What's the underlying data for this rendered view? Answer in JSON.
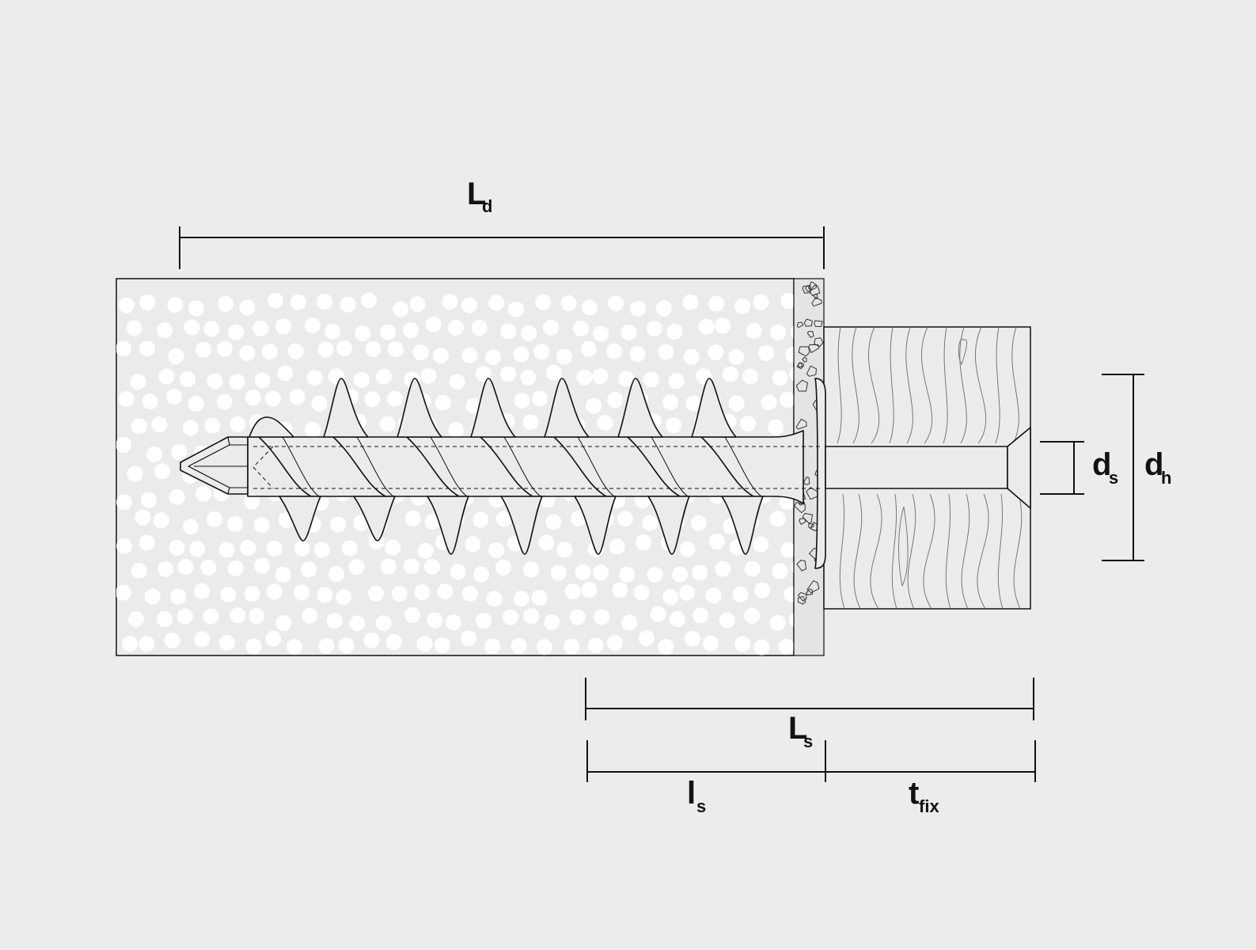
{
  "colors": {
    "background": "#ececec",
    "stroke": "#111111",
    "material": "#ebebeb",
    "pores": "#ffffff",
    "screw_fill": "#ebebeb",
    "grain": "#777777"
  },
  "labels": {
    "ld": {
      "main": "L",
      "sub": "d"
    },
    "ls": {
      "main": "L",
      "sub": "s"
    },
    "ls_small": {
      "main": "l",
      "sub": "s"
    },
    "tfix": {
      "main": "t",
      "sub": "fix"
    },
    "ds": {
      "main": "d",
      "sub": "s"
    },
    "dh": {
      "main": "d",
      "sub": "h"
    }
  }
}
